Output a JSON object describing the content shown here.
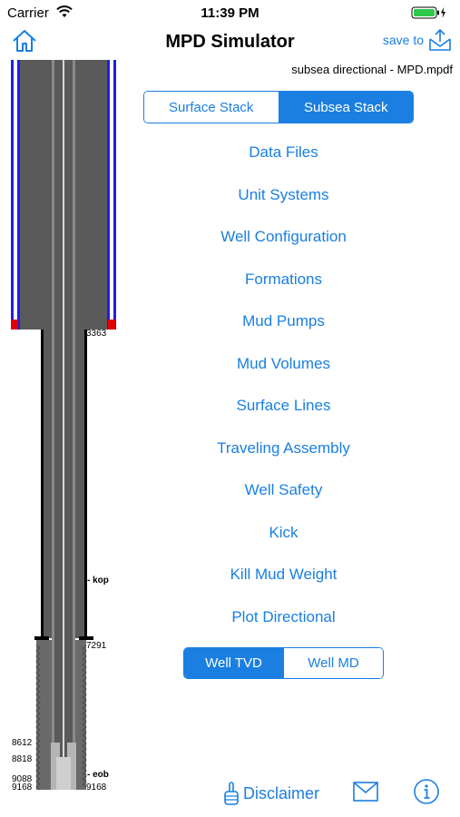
{
  "status": {
    "carrier": "Carrier",
    "time": "11:39 PM"
  },
  "nav": {
    "title": "MPD Simulator",
    "save_label": "save to"
  },
  "file": {
    "name": "subsea directional - MPD.mpdf"
  },
  "well": {
    "depth_labels": [
      "3363",
      "7291",
      "8612",
      "8818",
      "9088",
      "9168",
      "9168"
    ],
    "markers": [
      "- kop",
      "- eob"
    ]
  },
  "stack_toggle": {
    "options": [
      "Surface Stack",
      "Subsea Stack"
    ],
    "selected": "Subsea Stack"
  },
  "menu": {
    "items": [
      "Data Files",
      "Unit Systems",
      "Well Configuration",
      "Formations",
      "Mud Pumps",
      "Mud Volumes",
      "Surface Lines",
      "Traveling Assembly",
      "Well Safety",
      "Kick",
      "Kill Mud Weight",
      "Plot Directional"
    ]
  },
  "depth_toggle": {
    "options": [
      "Well TVD",
      "Well MD"
    ],
    "selected": "Well TVD"
  },
  "bottom": {
    "disclaimer_label": "Disclaimer"
  },
  "colors": {
    "accent": "#1a7fe0",
    "riser_blue": "#1f1fe6",
    "pipe_gray": "#5a5a5a",
    "marker_red": "#e00000"
  }
}
